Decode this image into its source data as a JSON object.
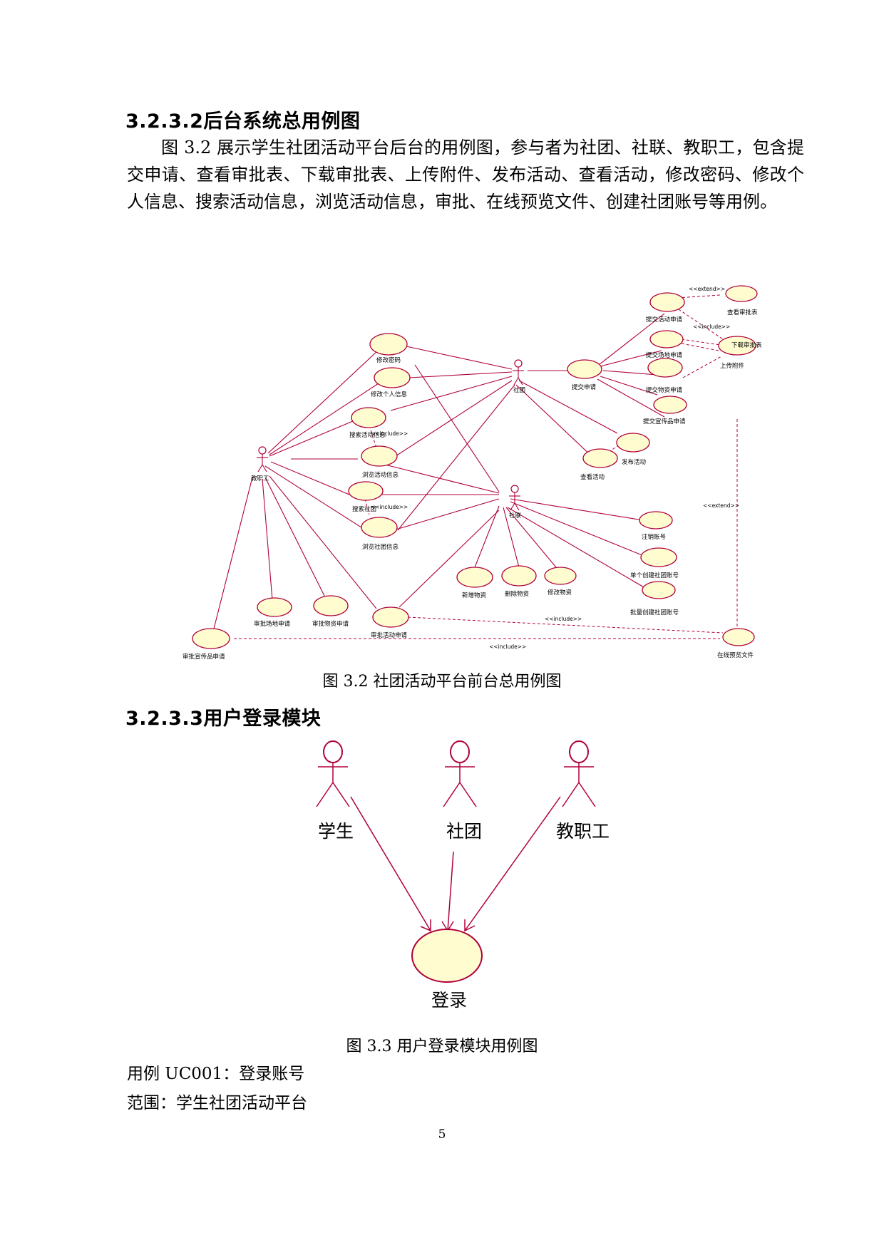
{
  "section_2": {
    "heading": "3.2.3.2后台系统总用例图",
    "paragraph": "图 3.2 展示学生社团活动平台后台的用例图，参与者为社团、社联、教职工，包含提交申请、查看审批表、下载审批表、上传附件、发布活动、查看活动，修改密码、修改个人信息、搜索活动信息，浏览活动信息，审批、在线预览文件、创建社团账号等用例。"
  },
  "figure_3_2": {
    "caption": "图 3.2  社团活动平台前台总用例图",
    "actors": {
      "club": "社团",
      "federation": "社联",
      "staff": "教职工"
    },
    "use_cases": {
      "change_password": "修改密码",
      "change_info": "修改个人信息",
      "search_activity": "搜索活动信息",
      "browse_activity": "浏览活动信息",
      "search_club": "搜索社团",
      "browse_club": "浏览社团信息",
      "submit_request": "提交申请",
      "submit_activity_req": "提交活动申请",
      "submit_venue_req": "提交场地申请",
      "submit_item_req": "提交物资申请",
      "submit_publicity_req": "提交宣传品申请",
      "view_approval": "查看审批表",
      "download_approval": "下载审批表",
      "upload_attachment": "上传附件",
      "publish_activity": "发布活动",
      "view_activity": "查看活动",
      "cancel_account": "注销账号",
      "create_single_account": "单个创建社团账号",
      "create_batch_account": "批量创建社团账号",
      "add_item": "新增物资",
      "delete_item": "删除物资",
      "edit_item": "修改物资",
      "approve_venue": "审批场地申请",
      "approve_item": "审批物资申请",
      "approve_activity": "审批活动申请",
      "approve_publicity": "审批宣传品申请",
      "preview_file": "在线预览文件"
    },
    "stereotypes": {
      "extend": "<<extend>>",
      "include": "<<include>>"
    }
  },
  "section_3": {
    "heading": "3.2.3.3用户登录模块"
  },
  "figure_3_3": {
    "caption": "图 3.3  用户登录模块用例图",
    "actors": {
      "student": "学生",
      "club": "社团",
      "staff": "教职工"
    },
    "use_case": "登录"
  },
  "use_case_line": "用例 UC001：登录账号",
  "scope_line": "范围：学生社团活动平台",
  "page_number": "5"
}
